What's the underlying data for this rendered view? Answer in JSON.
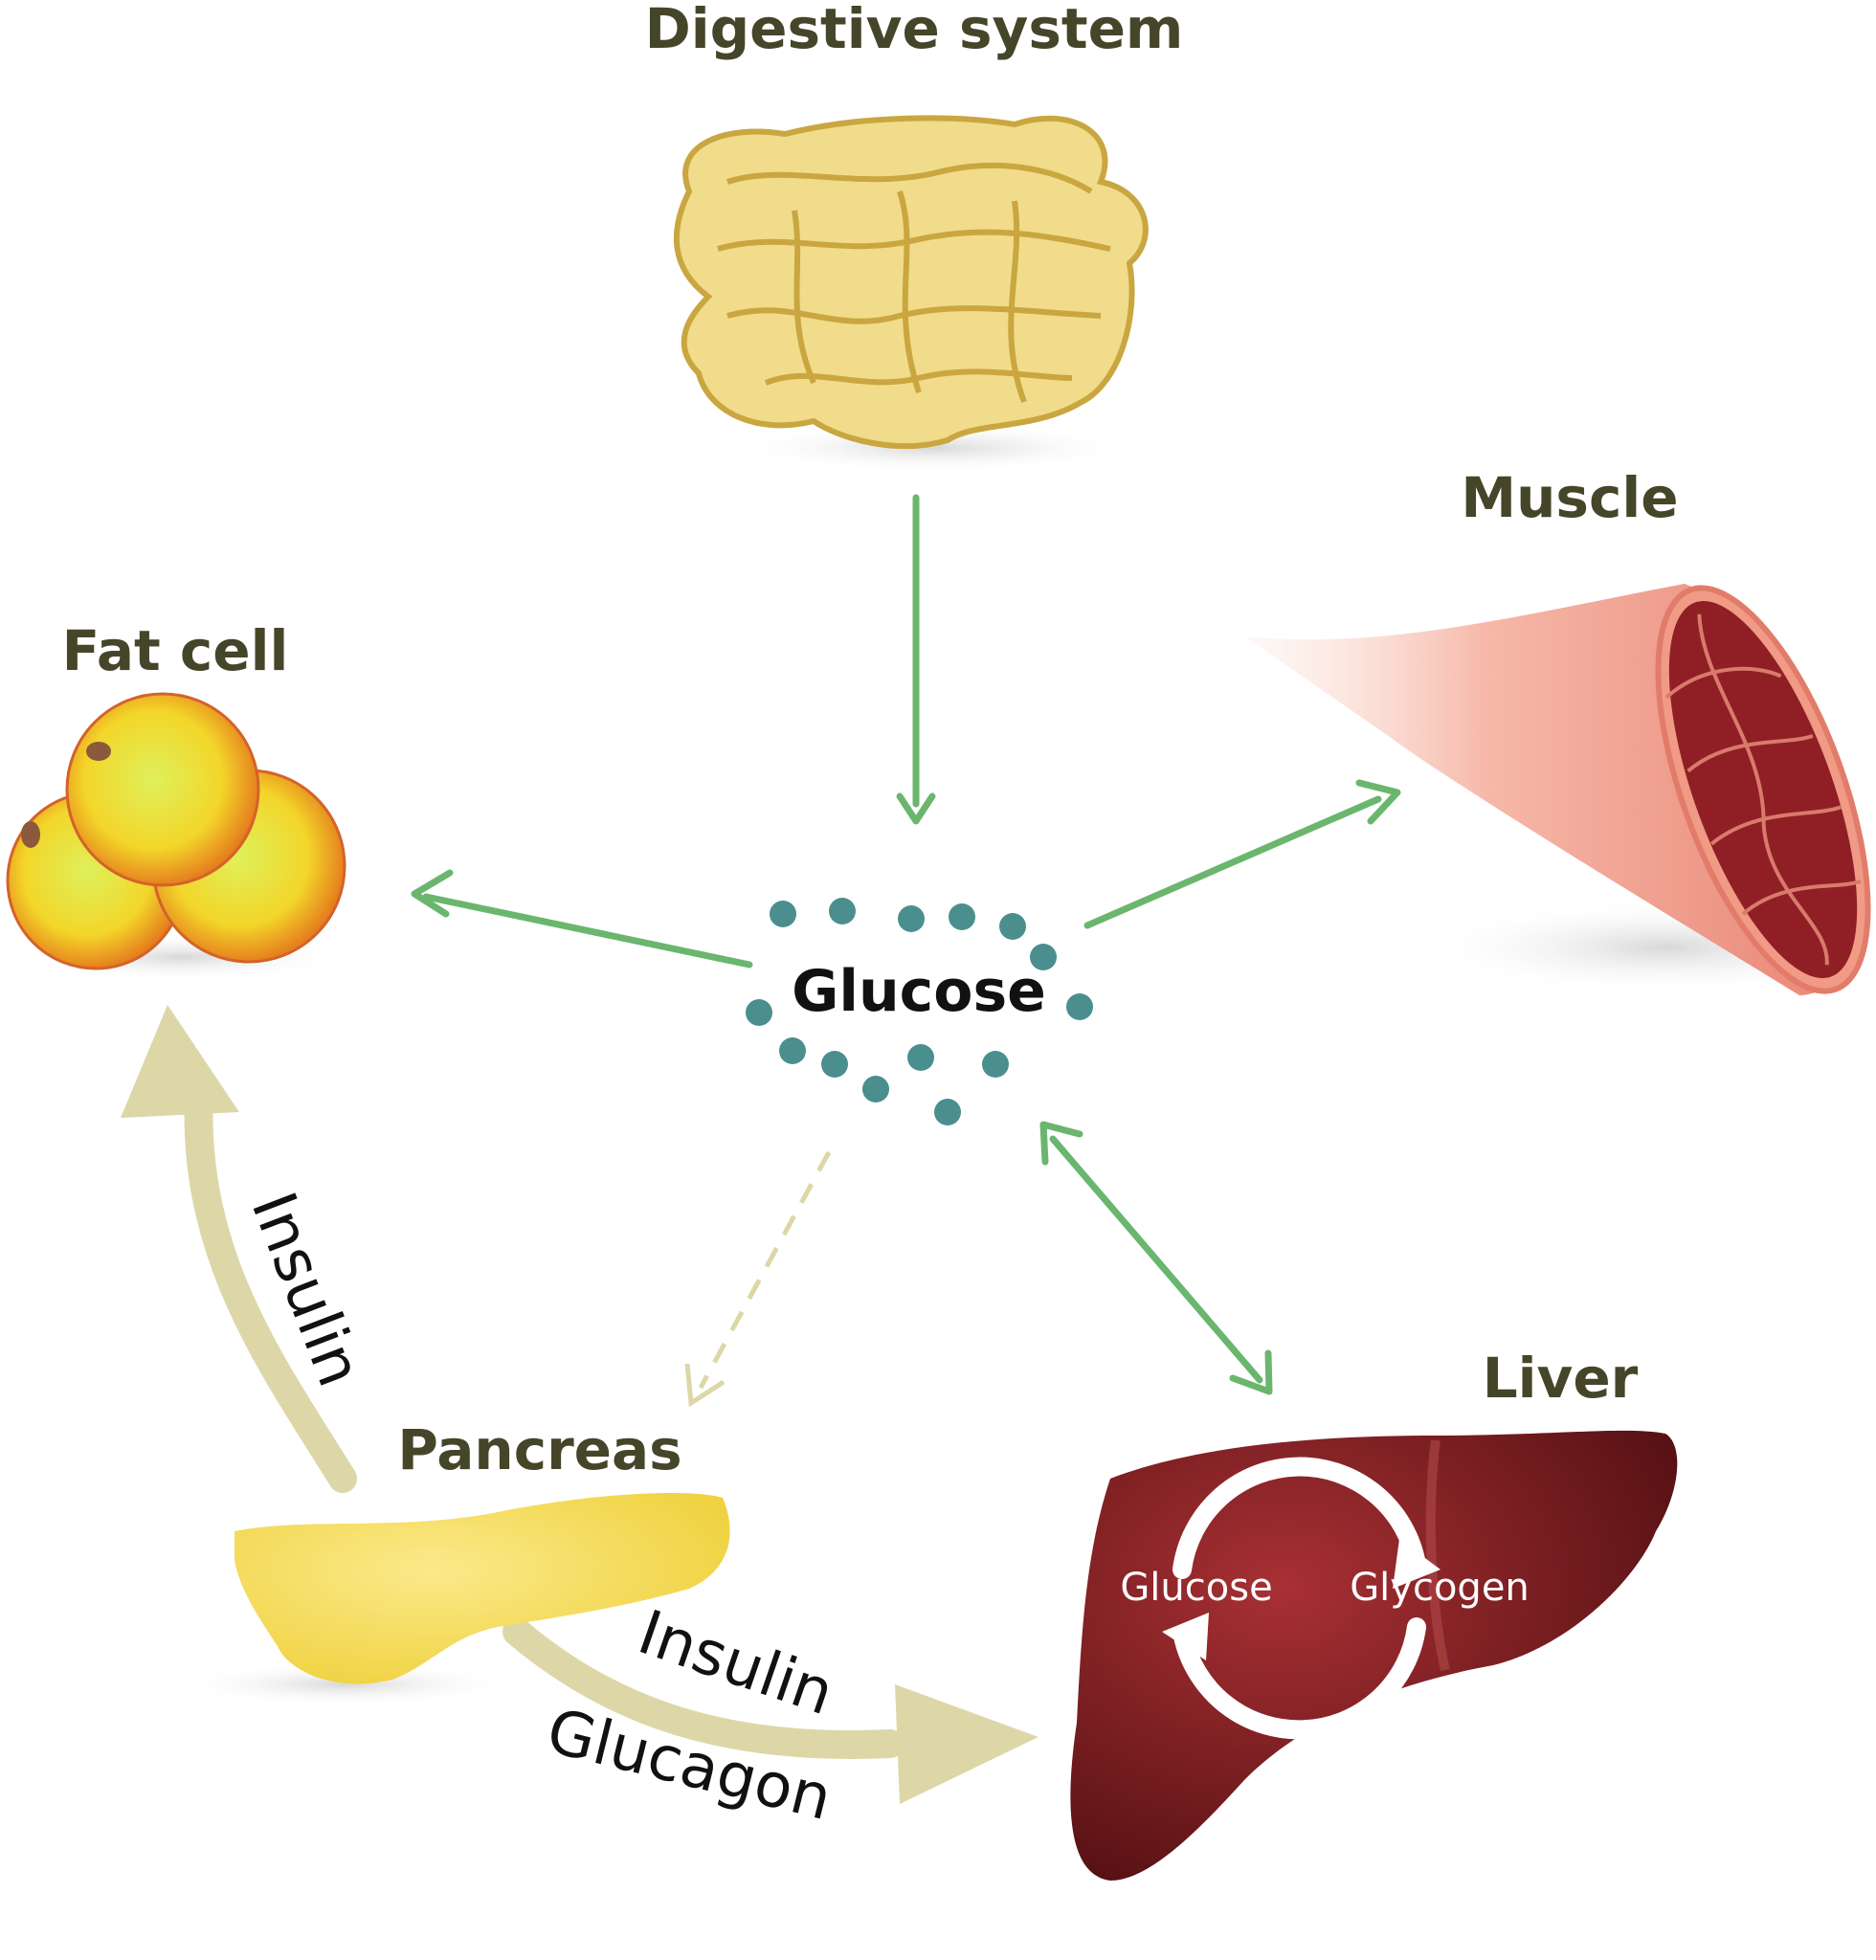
{
  "labels": {
    "digestive": "Digestive system",
    "muscle": "Muscle",
    "fat_cell": "Fat cell",
    "glucose": "Glucose",
    "pancreas": "Pancreas",
    "liver": "Liver"
  },
  "hormones": {
    "insulin_to_fat": "Insulin",
    "insulin_to_liver": "Insulin",
    "glucagon_to_liver": "Glucagon"
  },
  "liver_cycle": {
    "left": "Glucose",
    "right": "Glycogen"
  },
  "colors": {
    "label": "#454529",
    "flow_arrow": "#6ab66e",
    "hormone_arrow": "#ddd7a8",
    "glucose_dot": "#4a8f8e",
    "liver": "#8a1e20",
    "intestine": "#f0dc8a",
    "pancreas": "#f5dd5c",
    "muscle": "#f2a493"
  }
}
